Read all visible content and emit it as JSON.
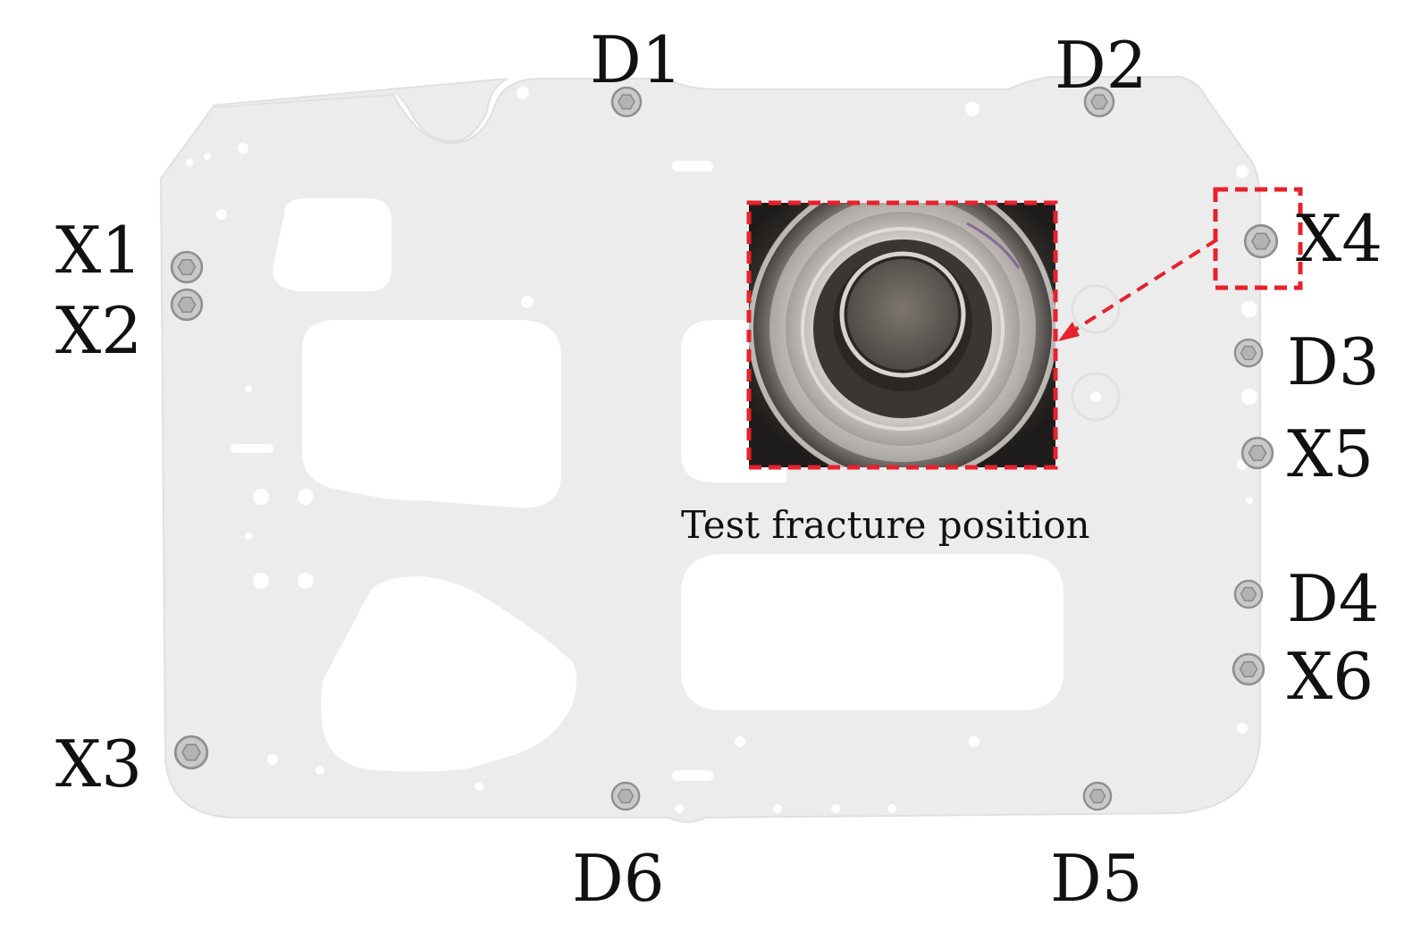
{
  "labels": {
    "D1": "D1",
    "D2": "D2",
    "D3": "D3",
    "D4": "D4",
    "D5": "D5",
    "D6": "D6",
    "X1": "X1",
    "X2": "X2",
    "X3": "X3",
    "X4": "X4",
    "X5": "X5",
    "X6": "X6"
  },
  "caption": "Test fracture position",
  "colors": {
    "plate": "#ececec",
    "plate_edge": "#e2e2e2",
    "bolt": "#bdbdbd",
    "bolt_edge": "#8f8f8f",
    "highlight": "#e8212b",
    "text": "#111111"
  },
  "icons": {
    "bolt": "hex-bolt-icon",
    "arrow": "arrow-icon"
  }
}
